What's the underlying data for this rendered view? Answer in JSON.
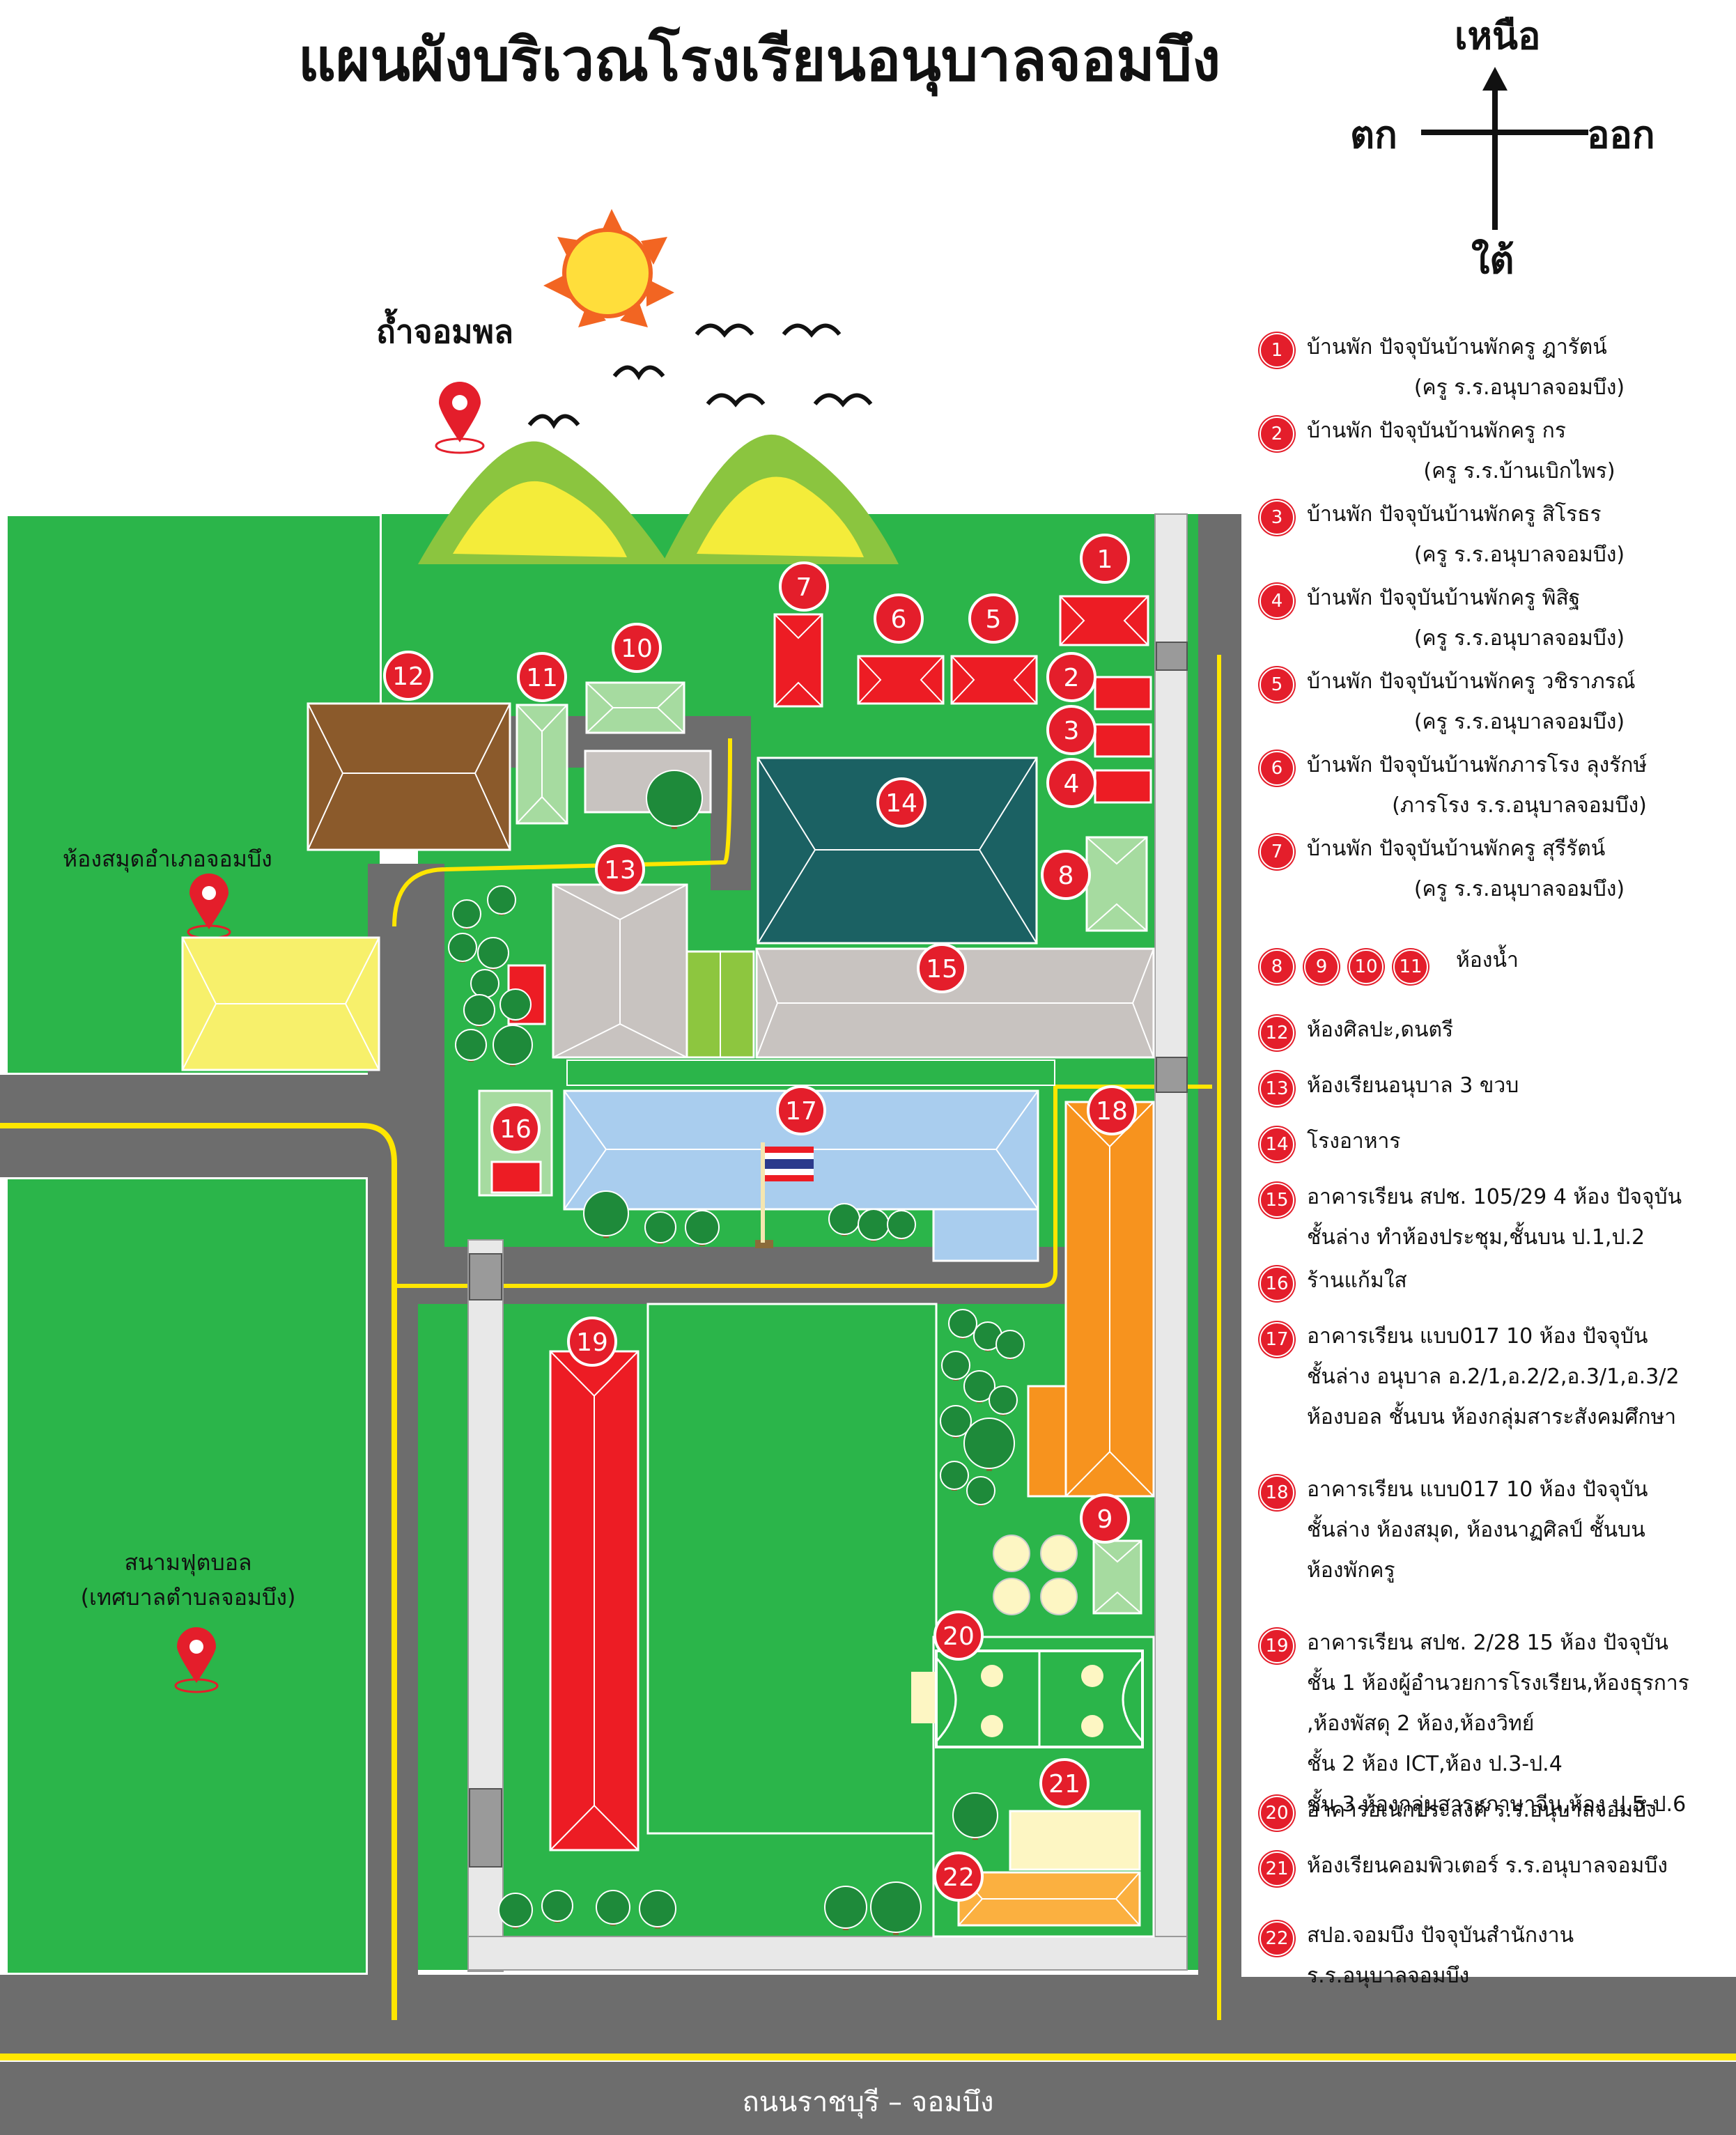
{
  "title": "แผนผังบริเวณโรงเรียนอนุบาลจอมบึง",
  "compass": {
    "north": "เหนือ",
    "south": "ใต้",
    "east": "ออก",
    "west": "ตก"
  },
  "places": {
    "cave": "ถ้ำจอมพล",
    "library": "ห้องสมุดอำเภอจอมบึง",
    "football_line1": "สนามฟุตบอล",
    "football_line2": "(เทศบาลตำบลจอมบึง)",
    "road": "ถนนราชบุรี – จอมบึง"
  },
  "colors": {
    "grass": "#2bb54a",
    "road": "#6d6d6d",
    "road_line": "#ffe600",
    "badge": "#e41e2b",
    "house_red": "#ed1c24",
    "restroom": "#a6dba0",
    "art_room": "#8b5a2b",
    "canteen": "#1b6163",
    "grey_building": "#c8c3c0",
    "blue_building": "#a9cdee",
    "orange_building": "#f7931e",
    "red_building": "#ed1c24",
    "library": "#f7f06b",
    "sun": "#ffde3b",
    "sun_rays": "#f26522",
    "mountain": "#8bc53f",
    "mountain_face": "#f4ec3a"
  },
  "building_numbers": [
    "1",
    "2",
    "3",
    "4",
    "5",
    "6",
    "7",
    "8",
    "9",
    "10",
    "11",
    "12",
    "13",
    "14",
    "15",
    "16",
    "17",
    "18",
    "19",
    "20",
    "21",
    "22"
  ],
  "legend": [
    {
      "num": "1",
      "line1": "บ้านพัก ปัจจุบันบ้านพักครู ฎารัตน์",
      "line2": "(ครู ร.ร.อนุบาลจอมบึง)"
    },
    {
      "num": "2",
      "line1": "บ้านพัก ปัจจุบันบ้านพักครู กร",
      "line2": "(ครู ร.ร.บ้านเบิกไพร)"
    },
    {
      "num": "3",
      "line1": "บ้านพัก ปัจจุบันบ้านพักครู สิโรธร",
      "line2": "(ครู ร.ร.อนุบาลจอมบึง)"
    },
    {
      "num": "4",
      "line1": "บ้านพัก ปัจจุบันบ้านพักครู พิสิฐ",
      "line2": "(ครู ร.ร.อนุบาลจอมบึง)"
    },
    {
      "num": "5",
      "line1": "บ้านพัก ปัจจุบันบ้านพักครู วชิราภรณ์",
      "line2": "(ครู ร.ร.อนุบาลจอมบึง)"
    },
    {
      "num": "6",
      "line1": "บ้านพัก ปัจจุบันบ้านพักภารโรง ลุงรักษ์",
      "line2": "(ภารโรง ร.ร.อนุบาลจอมบึง)"
    },
    {
      "num": "7",
      "line1": "บ้านพัก ปัจจุบันบ้านพักครู สุรีรัตน์",
      "line2": "(ครู ร.ร.อนุบาลจอมบึง)"
    },
    {
      "nums": [
        "8",
        "9",
        "10",
        "11"
      ],
      "line1": "ห้องน้ำ"
    },
    {
      "num": "12",
      "line1": "ห้องศิลปะ,ดนตรี"
    },
    {
      "num": "13",
      "line1": "ห้องเรียนอนุบาล 3 ขวบ"
    },
    {
      "num": "14",
      "line1": "โรงอาหาร"
    },
    {
      "num": "15",
      "line1": "อาคารเรียน สปช. 105/29  4 ห้อง ปัจจุบัน",
      "line2": "ชั้นล่าง ทำห้องประชุม,ชั้นบน ป.1,ป.2"
    },
    {
      "num": "16",
      "line1": "ร้านแก้มใส"
    },
    {
      "num": "17",
      "line1": "อาคารเรียน แบบ017  10 ห้อง ปัจจุบัน",
      "line2": "ชั้นล่าง อนุบาล อ.2/1,อ.2/2,อ.3/1,อ.3/2",
      "line3": "ห้องบอล ชั้นบน ห้องกลุ่มสาระสังคมศึกษา"
    },
    {
      "num": "18",
      "line1": "อาคารเรียน แบบ017  10 ห้อง ปัจจุบัน",
      "line2": "ชั้นล่าง ห้องสมุด, ห้องนาฏศิลป์ ชั้นบน",
      "line3": "ห้องพักครู"
    },
    {
      "num": "19",
      "line1": "อาคารเรียน สปช. 2/28  15 ห้อง ปัจจุบัน",
      "line2": "ชั้น 1 ห้องผู้อำนวยการโรงเรียน,ห้องธุรการ",
      "line3": ",ห้องพัสดุ 2 ห้อง,ห้องวิทย์",
      "line4": "ชั้น 2 ห้อง ICT,ห้อง ป.3-ป.4",
      "line5": "ชั้น 3 ห้องกลุ่มสาระภาษาจีน,ห้อง ป.5-ป.6"
    },
    {
      "num": "20",
      "line1": "อาคารอเนกประสงค์ ร.ร.อนุบาลจอมบึง"
    },
    {
      "num": "21",
      "line1": "ห้องเรียนคอมพิวเตอร์ ร.ร.อนุบาลจอมบึง"
    },
    {
      "num": "22",
      "line1": "สปอ.จอมบึง ปัจจุบันสำนักงาน",
      "line2": "ร.ร.อนุบาลจอมบึง"
    }
  ]
}
